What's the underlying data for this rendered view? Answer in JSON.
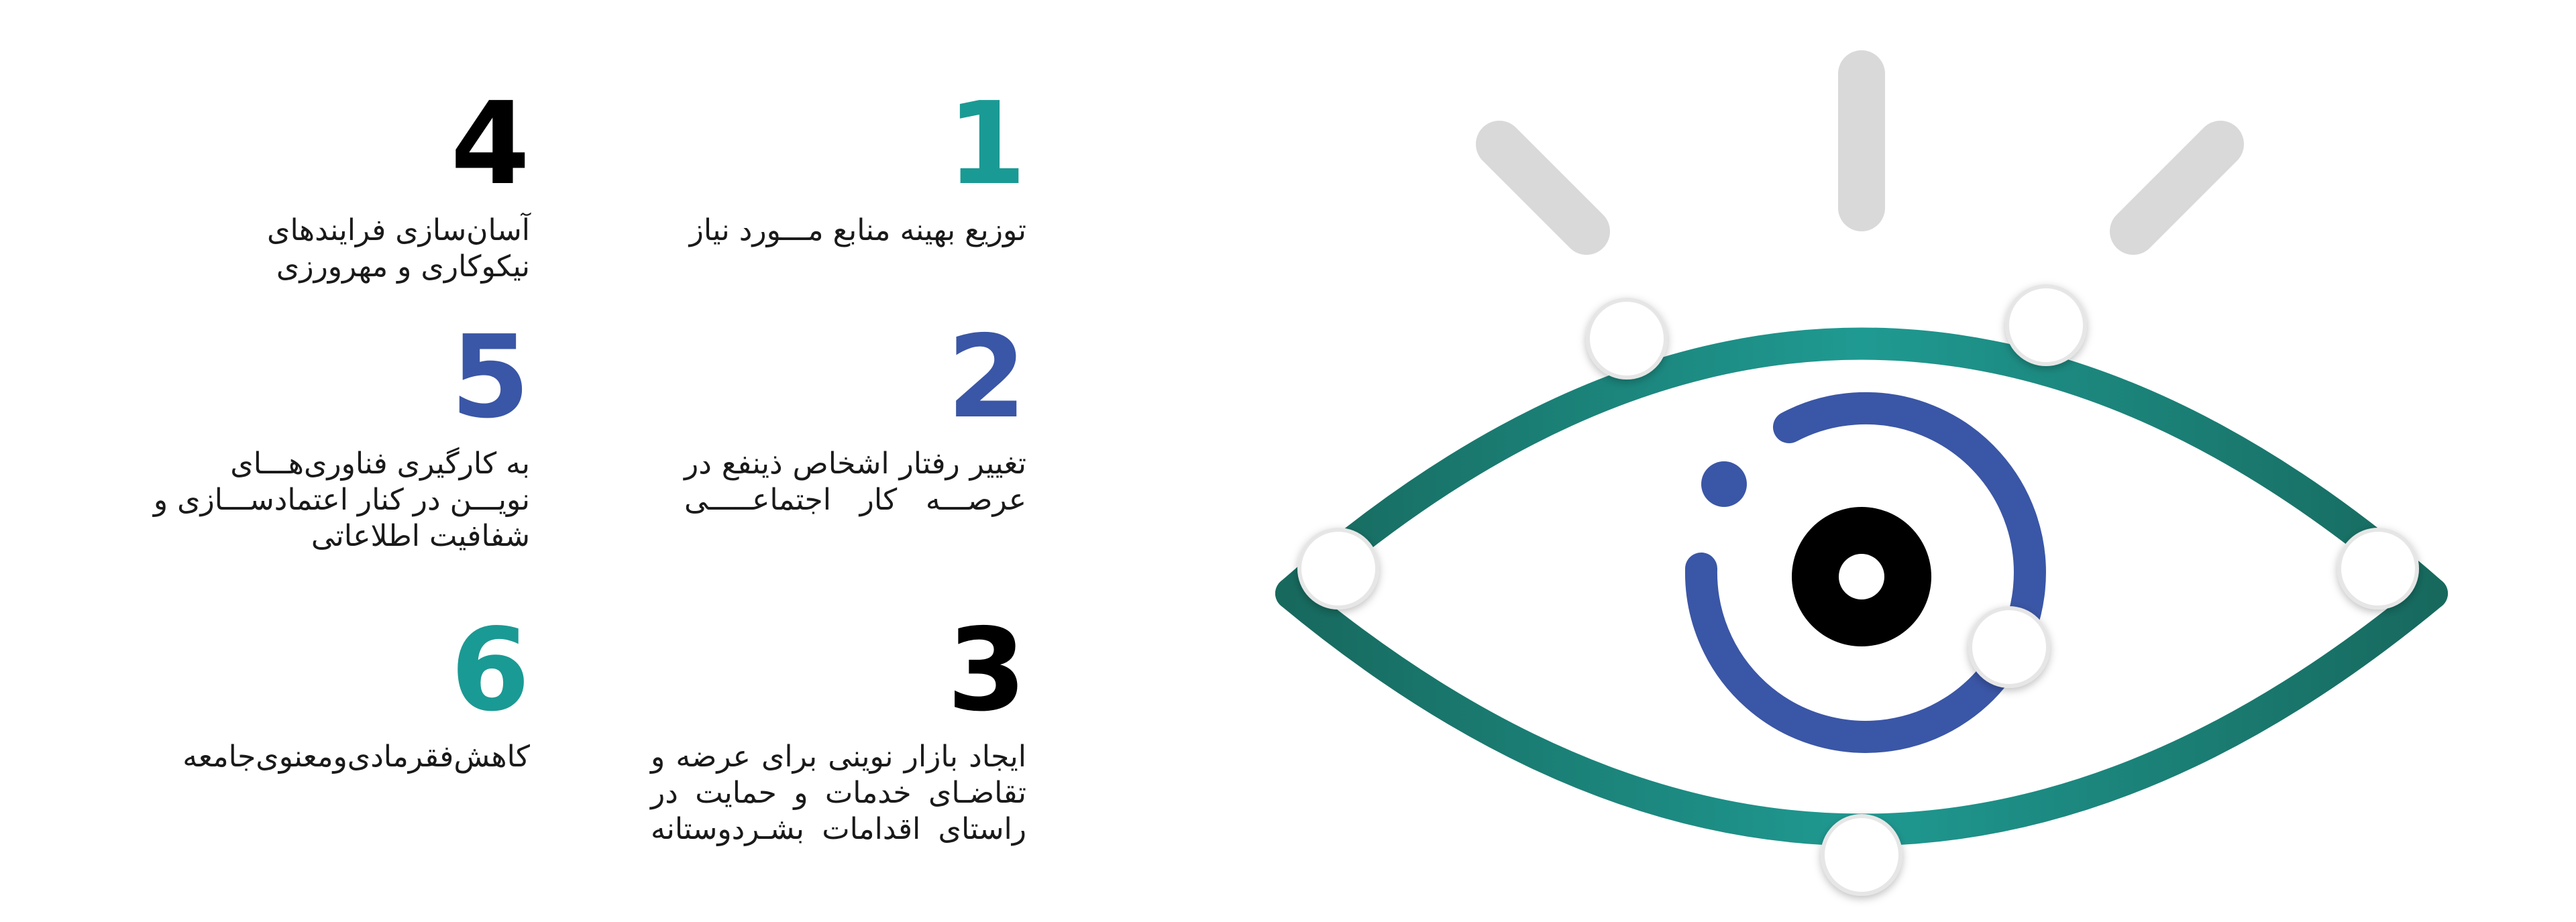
{
  "colors": {
    "teal": "#1a9a94",
    "blue": "#3a56a6",
    "black": "#000000",
    "gray": "#d9d9d9",
    "eye_stroke": "#1d8a7f"
  },
  "items": [
    {
      "number": "1",
      "text": "توزیع بهینه منابع مـــورد نیاز",
      "color": "#1a9a94"
    },
    {
      "number": "2",
      "text": "تغییر رفتار اشخاص ذینفع در عرصـــه کار اجتماعـــــی",
      "color": "#3a56a6"
    },
    {
      "number": "3",
      "text": "ایجاد بازار نوینی برای عرضه و تقاضـای خدمات و حمایت در راستای اقدامات بشـردوستانه",
      "color": "#000000"
    },
    {
      "number": "4",
      "text": "آسان‌سازی فرایندهای نیکوکاری و مهرورزی",
      "color": "#000000"
    },
    {
      "number": "5",
      "text": "به کارگیری فناوری‌هـــای نویـــن در کنار اعتمادســـازی و شفافیت اطلاعاتی",
      "color": "#3a56a6"
    },
    {
      "number": "6",
      "text": "کاهش‌فقرمادی‌ومعنوی‌جامعه",
      "color": "#1a9a94"
    }
  ],
  "icons": {
    "illustration": "eye-icon"
  }
}
